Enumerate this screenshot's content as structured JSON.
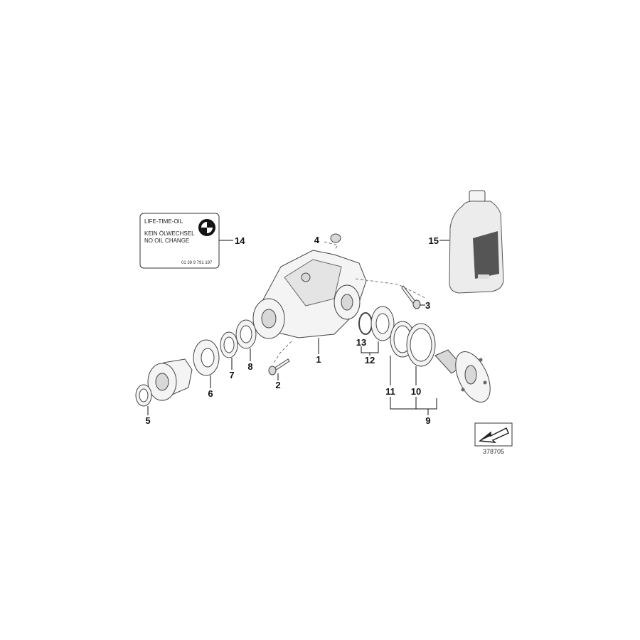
{
  "label_sticker": {
    "line1": "LIFE-TIME-OIL",
    "line2": "KEIN ÖLWECHSEL",
    "line3": "NO OIL CHANGE",
    "part_number": "01 39 9 791 197",
    "logo_icon": "bmw-roundel-icon"
  },
  "callouts": {
    "c1": "1",
    "c2": "2",
    "c3": "3",
    "c4": "4",
    "c5": "5",
    "c6": "6",
    "c7": "7",
    "c8": "8",
    "c9": "9",
    "c10": "10",
    "c11": "11",
    "c12": "12",
    "c13": "13",
    "c14": "14",
    "c15": "15"
  },
  "diagram_ref": "378705",
  "nav_icon": "arrow-down-left-icon"
}
